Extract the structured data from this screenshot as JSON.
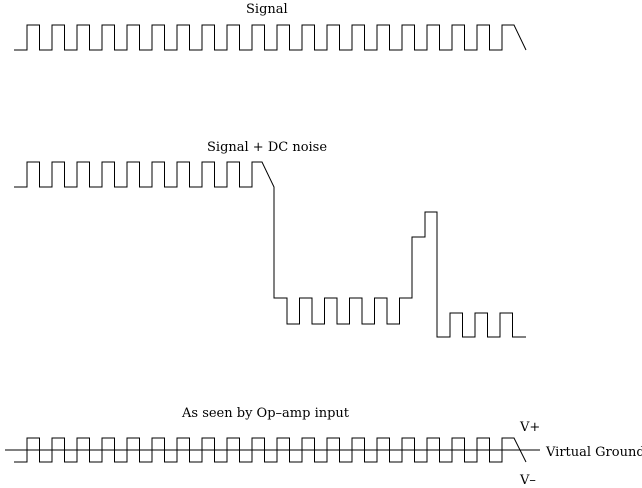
{
  "labels": {
    "signal": "Signal",
    "signal_dc": "Signal + DC noise",
    "opamp": "As seen by Op–amp input",
    "v_plus": "V+",
    "virtual_ground": "Virtual Ground",
    "v_minus": "V–"
  },
  "colors": {
    "stroke": "#000000",
    "background": "#ffffff"
  }
}
